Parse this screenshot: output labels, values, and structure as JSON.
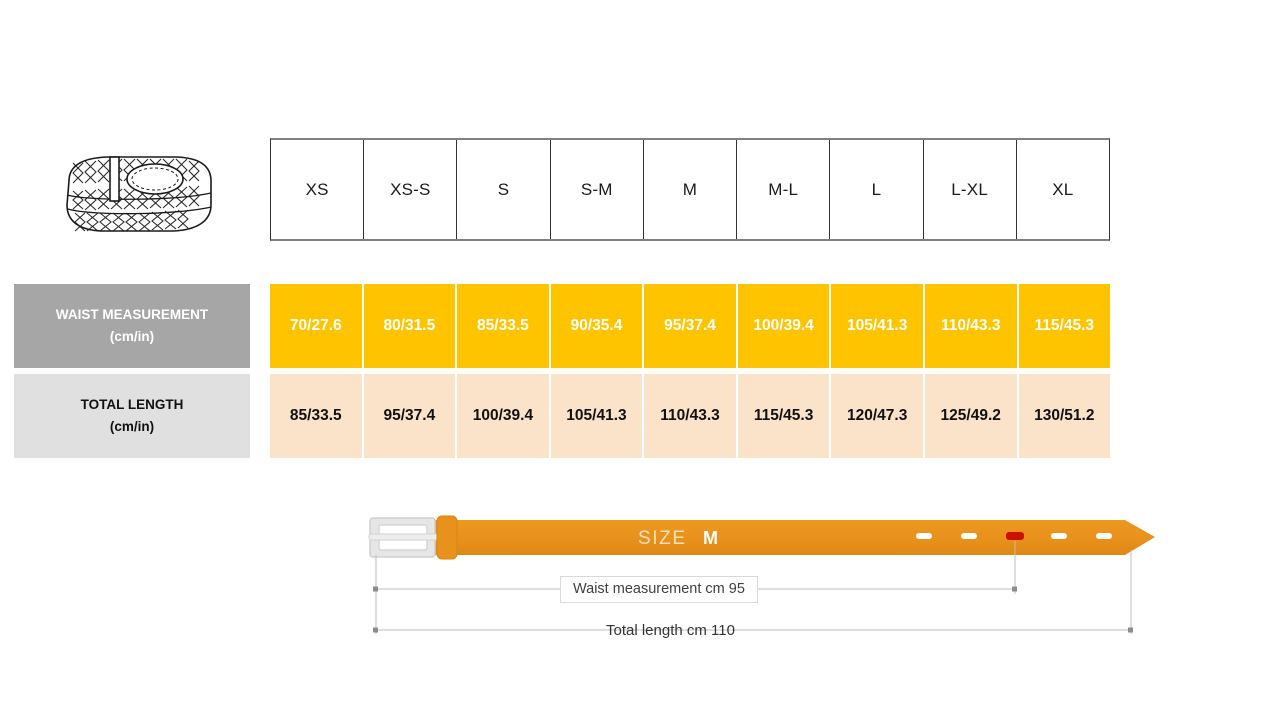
{
  "product": {
    "icon": "braided-belt-icon",
    "alt": "Braided belt rolled"
  },
  "size_table": {
    "sizes": [
      "XS",
      "XS-S",
      "S",
      "S-M",
      "M",
      "M-L",
      "L",
      "L-XL",
      "XL"
    ],
    "rows": [
      {
        "label_line1": "WAIST MEASUREMENT",
        "label_line2": "(cm/in)",
        "label_bg": "#a6a6a6",
        "label_color": "#ffffff",
        "cell_bg": "#FFC400",
        "cell_color": "#ffffff",
        "values": [
          "70/27.6",
          "80/31.5",
          "85/33.5",
          "90/35.4",
          "95/37.4",
          "100/39.4",
          "105/41.3",
          "110/43.3",
          "115/45.3"
        ]
      },
      {
        "label_line1": "TOTAL LENGTH",
        "label_line2": "(cm/in)",
        "label_bg": "#e0e0e0",
        "label_color": "#111111",
        "cell_bg": "#FBE3CA",
        "cell_color": "#111111",
        "values": [
          "85/33.5",
          "95/37.4",
          "100/39.4",
          "105/41.3",
          "110/43.3",
          "115/45.3",
          "120/47.3",
          "125/49.2",
          "130/51.2"
        ]
      }
    ]
  },
  "belt_diagram": {
    "size_label": "SIZE",
    "size_value": "M",
    "belt_color": "#E8911C",
    "buckle_color": "#e0e0e0",
    "active_hole_color": "#cc1100",
    "hole_color": "#ffffff",
    "hole_count": 5,
    "active_hole_index": 2,
    "waist_callout": "Waist measurement cm 95",
    "total_callout": "Total length cm 110"
  }
}
